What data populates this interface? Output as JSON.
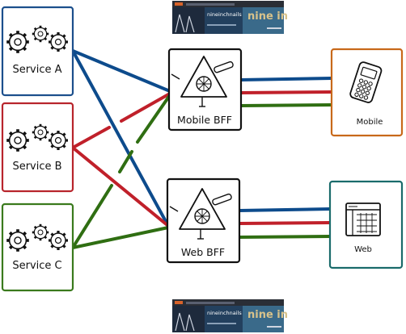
{
  "colors": {
    "blue": "#0d4b8c",
    "red": "#c0202a",
    "green": "#2f6e12",
    "service_a_border": "#1c4f8c",
    "service_b_border": "#b8252c",
    "service_c_border": "#3a7a1d",
    "mobile_border": "#c8691a",
    "web_border": "#1a6b6b",
    "bff_border": "#111111"
  },
  "services": [
    {
      "label": "Service A",
      "icon": "gears-icon"
    },
    {
      "label": "Service B",
      "icon": "gears-icon"
    },
    {
      "label": "Service C",
      "icon": "gears-icon"
    }
  ],
  "bffs": [
    {
      "label": "Mobile BFF",
      "icon": "triangle-gadget-icon"
    },
    {
      "label": "Web BFF",
      "icon": "triangle-gadget-icon"
    }
  ],
  "clients": [
    {
      "label": "Mobile",
      "icon": "phone-icon"
    },
    {
      "label": "Web",
      "icon": "browser-icon"
    }
  ],
  "banners": [
    {
      "site": "nineinchnails",
      "big_text": "nine in"
    },
    {
      "site": "nineinchnails",
      "big_text": "nine in"
    }
  ]
}
